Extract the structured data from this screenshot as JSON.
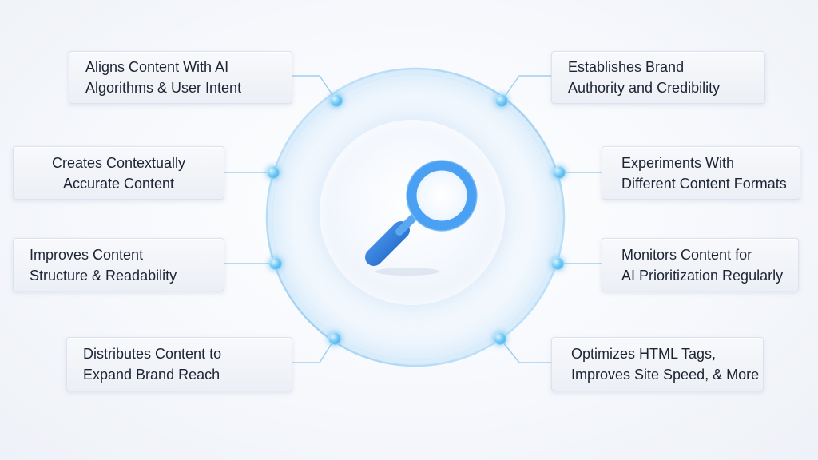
{
  "cards": [
    {
      "id": "align-content",
      "text": "Aligns Content With AI\nAlgorithms & User Intent"
    },
    {
      "id": "brand-authority",
      "text": "Establishes Brand\nAuthority and Credibility"
    },
    {
      "id": "contextual-content",
      "text": "Creates Contextually\nAccurate Content"
    },
    {
      "id": "experiments-formats",
      "text": "Experiments With\nDifferent Content Formats"
    },
    {
      "id": "content-structure",
      "text": "Improves Content\nStructure & Readability"
    },
    {
      "id": "monitors-content",
      "text": "Monitors Content for\nAI Prioritization Regularly"
    },
    {
      "id": "distributes-content",
      "text": "Distributes Content to\nExpand Brand Reach"
    },
    {
      "id": "optimizes-html",
      "text": "Optimizes HTML Tags,\nImproves Site Speed, & More"
    }
  ],
  "center_icon": "magnifying-glass-icon",
  "colors": {
    "accent": "#4a9df0",
    "handle": "#2f7fd6",
    "ring": "#a9d6f5",
    "node": "#3aaef0",
    "text": "#1d2433"
  }
}
